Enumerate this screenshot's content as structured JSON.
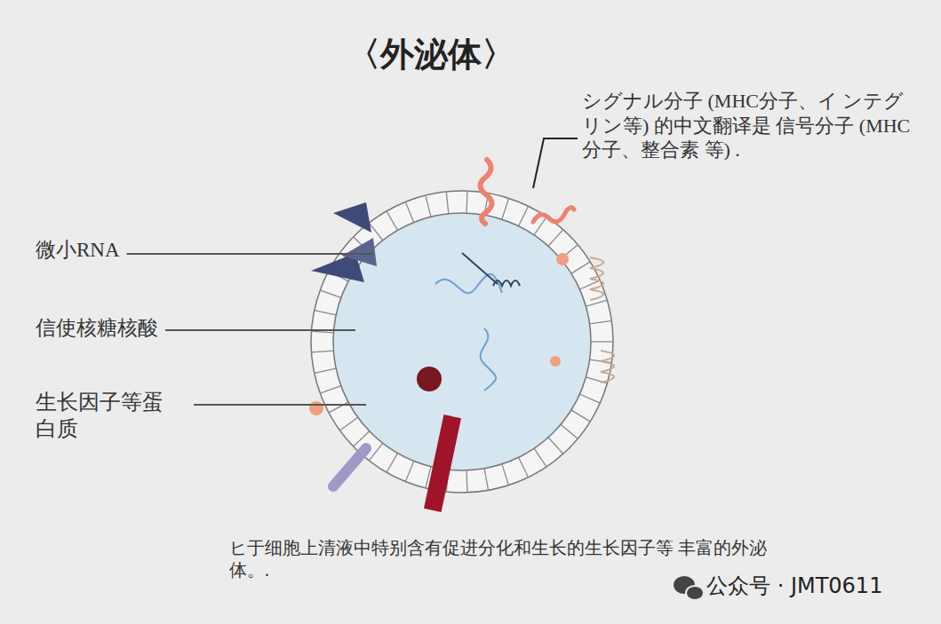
{
  "diagram": {
    "title": "〈外泌体〉",
    "caption": "ヒ于细胞上清液中特别含有促进分化和生长的生长因子等 丰富的外泌体。.",
    "labels": [
      "微小RNA",
      "信使核糖核酸",
      "生长因子等蛋 白质",
      "シグナル分子 (MHC分子、イ ンテグリン等) 的中文翻译是 信号分子 (MHC分子、整合素 等) .",
      "公众号 · JMT0611"
    ]
  }
}
